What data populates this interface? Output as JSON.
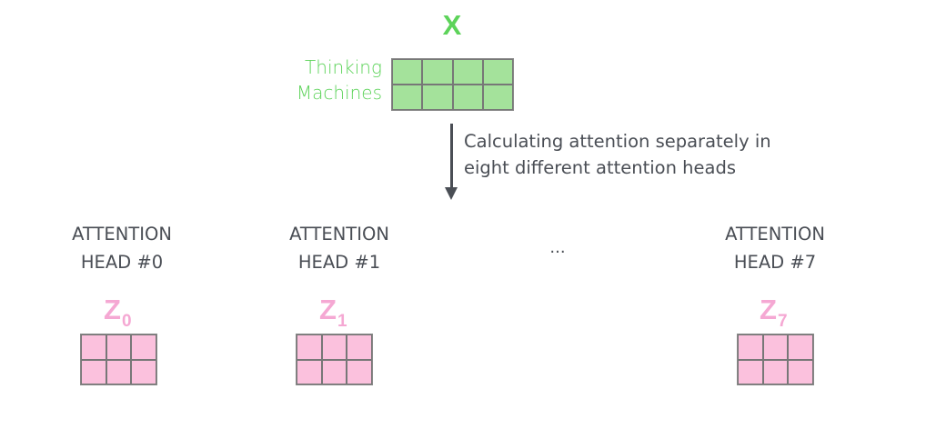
{
  "input": {
    "label": "X",
    "rows": [
      "Thinking",
      "Machines"
    ],
    "matrix": {
      "rows": 2,
      "cols": 4
    }
  },
  "arrow": {
    "caption_lines": [
      "Calculating attention separately in",
      "eight different attention heads"
    ]
  },
  "heads": [
    {
      "title_lines": [
        "ATTENTION",
        "HEAD #0"
      ],
      "output_symbol": "Z",
      "output_subscript": "0",
      "matrix": {
        "rows": 2,
        "cols": 3
      }
    },
    {
      "title_lines": [
        "ATTENTION",
        "HEAD #1"
      ],
      "output_symbol": "Z",
      "output_subscript": "1",
      "matrix": {
        "rows": 2,
        "cols": 3
      }
    },
    {
      "title_lines": [
        "ATTENTION",
        "HEAD #7"
      ],
      "output_symbol": "Z",
      "output_subscript": "7",
      "matrix": {
        "rows": 2,
        "cols": 3
      }
    }
  ],
  "ellipsis": "...",
  "colors": {
    "input_green": "#5dd35a",
    "input_cell": "#a4e29b",
    "output_pink": "#f5a8d3",
    "output_cell": "#fbc1dd",
    "text_dark": "#4a4e55"
  }
}
